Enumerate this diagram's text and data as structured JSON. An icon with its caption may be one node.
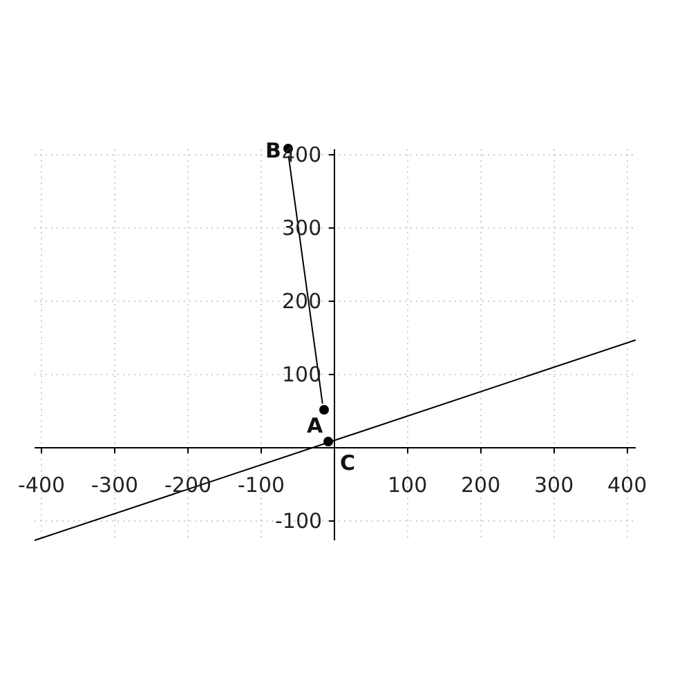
{
  "diagram": {
    "nodes": [
      {
        "text": [
          "B"
        ]
      },
      {
        "text": [
          "A"
        ]
      },
      {
        "text": [
          "C"
        ]
      }
    ],
    "edges": [
      {
        "from": 0,
        "to": 1,
        "arrow": "none"
      }
    ],
    "labels": [
      "400",
      "300",
      "200",
      "100",
      "-400",
      "-300",
      "-200",
      "-100",
      "100",
      "200",
      "300",
      "400",
      "-100"
    ]
  }
}
